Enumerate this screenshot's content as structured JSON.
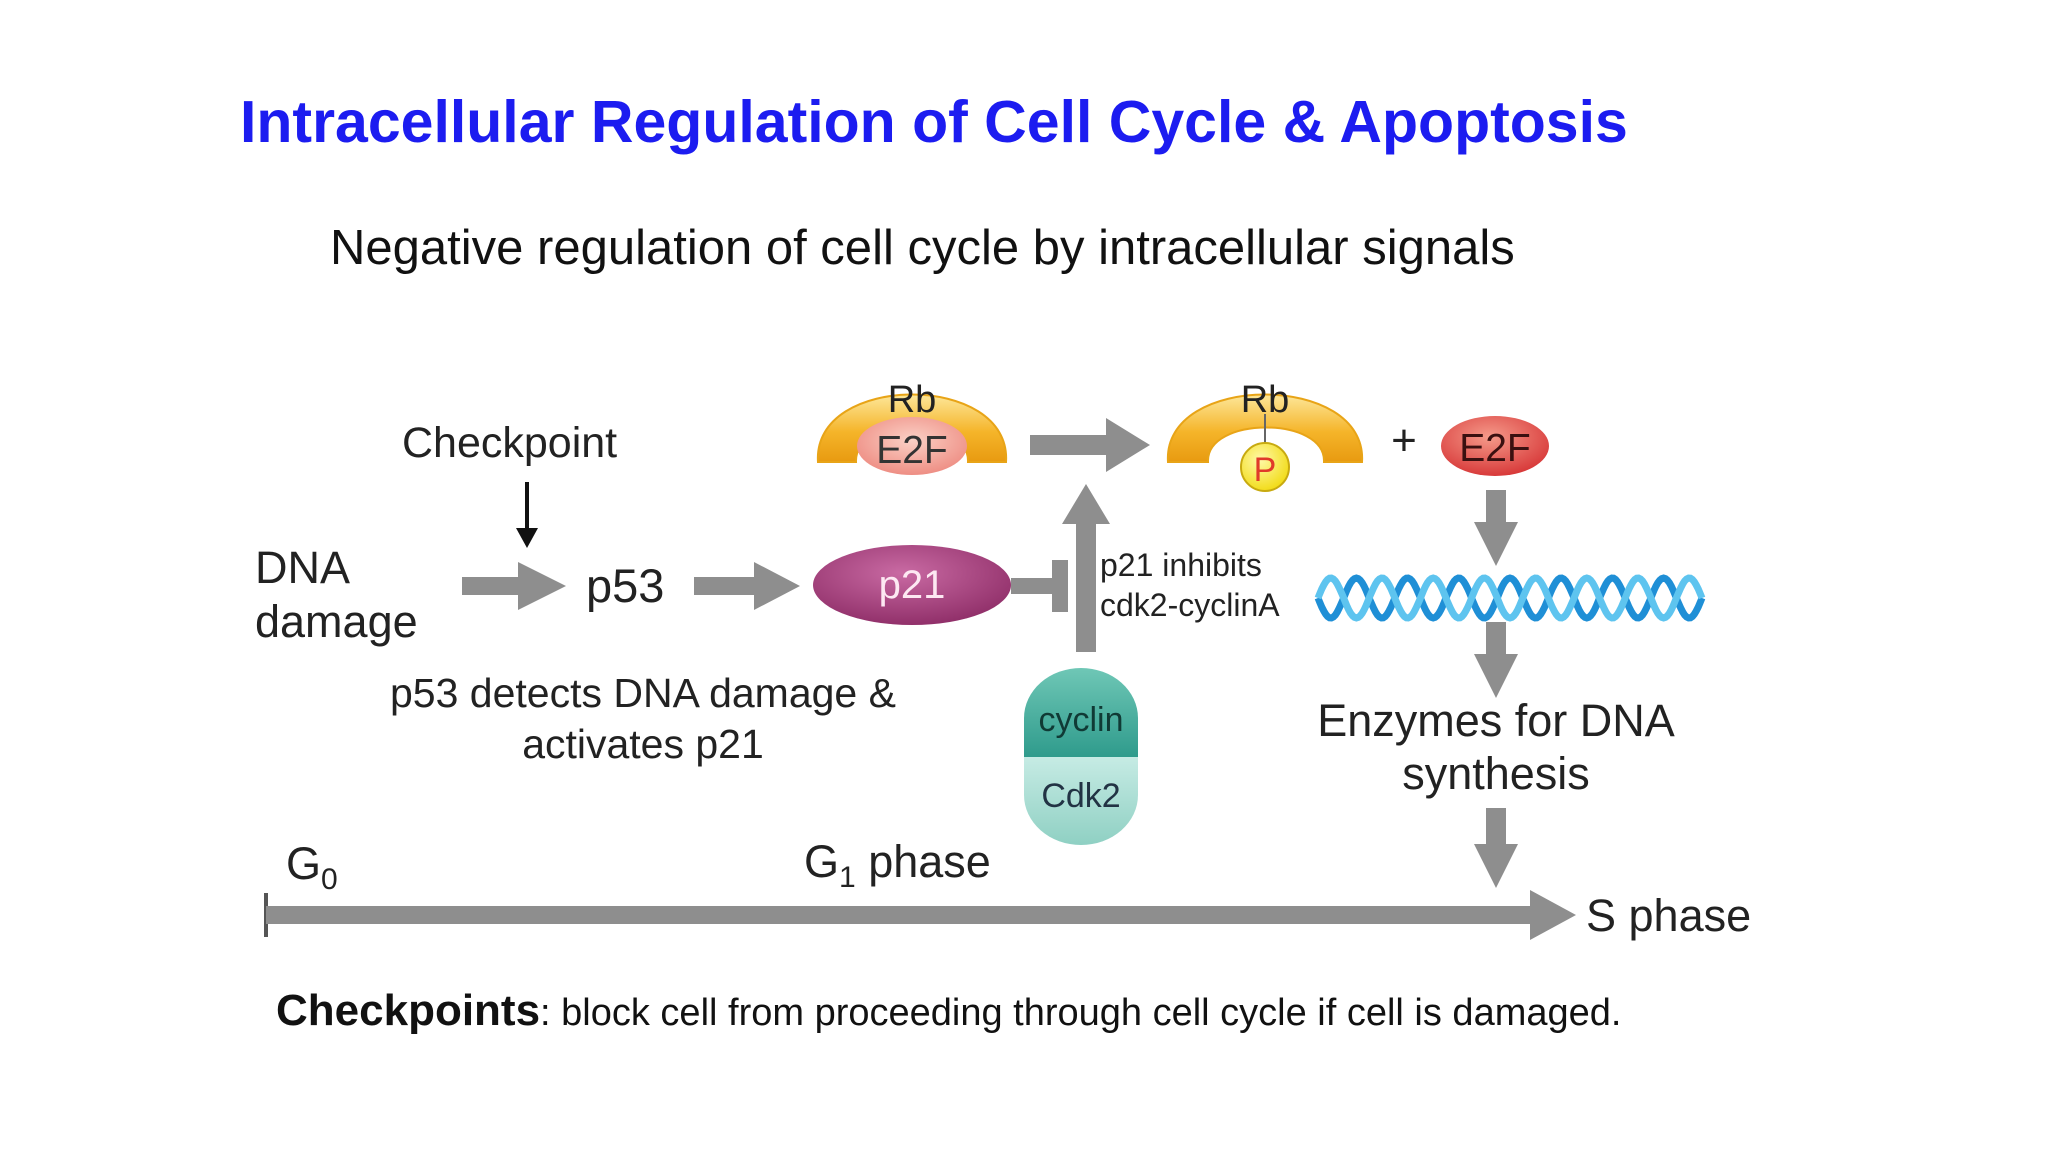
{
  "slide": {
    "title": "Intracellular Regulation of Cell Cycle & Apoptosis",
    "subtitle": "Negative regulation of cell cycle by intracellular signals",
    "footer": {
      "term": "Checkpoints",
      "definition": ": block cell from proceeding through cell cycle if cell is damaged."
    }
  },
  "diagram": {
    "checkpoint": "Checkpoint",
    "dna_damage_line1": "DNA",
    "dna_damage_line2": "damage",
    "p53": "p53",
    "p21": "p21",
    "p53_note_line1": "p53 detects DNA damage &",
    "p53_note_line2": "activates p21",
    "rb_complex": {
      "rb": "Rb",
      "e2f": "E2F"
    },
    "rb_phosphorylated": {
      "rb": "Rb",
      "phosphate": "P"
    },
    "plus": "+",
    "free_e2f": "E2F",
    "inhibition_note_line1": "p21 inhibits",
    "inhibition_note_line2": "cdk2-cyclinA",
    "cyclin": "cyclin",
    "cdk2": "Cdk2",
    "enzymes_line1": "Enzymes for DNA",
    "enzymes_line2": "synthesis",
    "g0": {
      "base": "G",
      "sub": "0"
    },
    "g1": {
      "base": "G",
      "sub": "1",
      "suffix": " phase"
    },
    "s_phase": "S phase",
    "colors": {
      "title": "#1c1cf0",
      "arrow": "#8e8e8e",
      "rb": "#f5b52a",
      "e2f": "#e04848",
      "p21": "#a23a78",
      "phosphate": "#f7e81a",
      "cyclin": "#2f9b8c",
      "cdk2": "#a9dcd2",
      "dna": "#2aa0e0"
    }
  }
}
